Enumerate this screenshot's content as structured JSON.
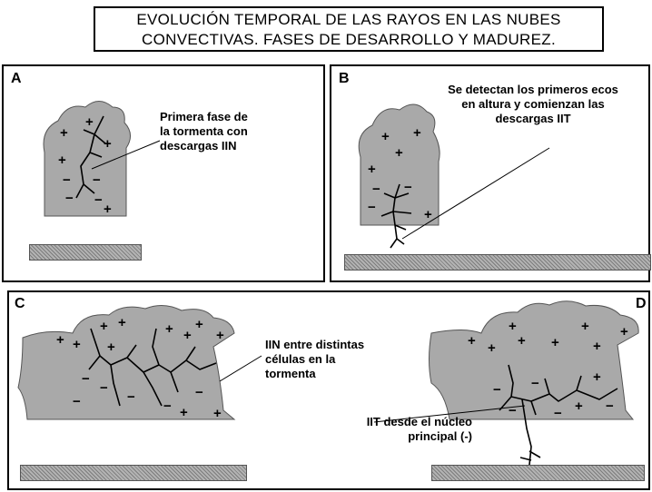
{
  "title": {
    "line1": "EVOLUCIÓN TEMPORAL DE LAS RAYOS EN LAS NUBES",
    "line2": "CONVECTIVAS. FASES DE DESARROLLO Y MADUREZ."
  },
  "panels": {
    "a": {
      "letter": "A",
      "caption": [
        "Primera fase de",
        "la tormenta con",
        "descargas IIN"
      ]
    },
    "b": {
      "letter": "B",
      "caption": [
        "Se detectan los primeros ecos",
        "en altura y comienzan las",
        "descargas IIT"
      ]
    },
    "c": {
      "letter": "C",
      "caption": [
        "IIN entre distintas",
        "células en la",
        "tormenta"
      ]
    },
    "d": {
      "letter": "D",
      "caption": [
        "IIT desde el núcleo",
        "principal (-)"
      ]
    }
  },
  "symbols": {
    "positive": "+",
    "negative": "−"
  },
  "colors": {
    "cloud": "#a9a9a9",
    "ground": "#9a9a9a",
    "border": "#000000"
  }
}
